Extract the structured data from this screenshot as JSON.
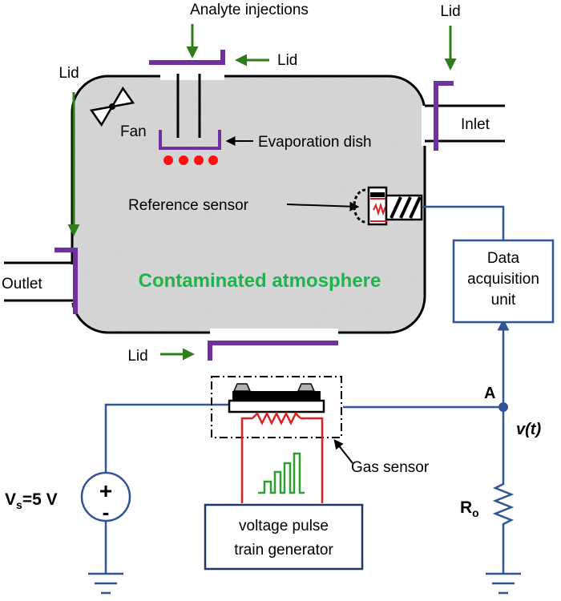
{
  "labels": {
    "analyte_injections": "Analyte injections",
    "lid_top": "Lid",
    "lid_top_right": "Lid",
    "lid_left": "Lid",
    "lid_bottom": "Lid",
    "fan": "Fan",
    "evaporation_dish": "Evaporation dish",
    "inlet": "Inlet",
    "outlet": "Outlet",
    "reference_sensor": "Reference sensor",
    "contaminated_atmosphere": "Contaminated atmosphere",
    "data_acq_line1": "Data",
    "data_acq_line2": "acquisition",
    "data_acq_line3": "unit",
    "node_a": "A",
    "vt": "v(t)",
    "gas_sensor": "Gas sensor",
    "vs_main": "V",
    "vs_sub": "s",
    "vs_value": "=5 V",
    "ro_main": "R",
    "ro_sub": "o",
    "plus": "+",
    "minus": "-",
    "pulse_line1": "voltage pulse",
    "pulse_line2": "train generator"
  },
  "colors": {
    "lid": "#7030a0",
    "arrow_green": "#2e7d1a",
    "wire": "#2f5597",
    "heater": "#e02020",
    "dots": "#ff1010",
    "title_green": "#22b24c",
    "chamber_fill": "#d9d9d9"
  },
  "icons": {
    "fan": "fan-icon",
    "ground": "ground-icon"
  }
}
